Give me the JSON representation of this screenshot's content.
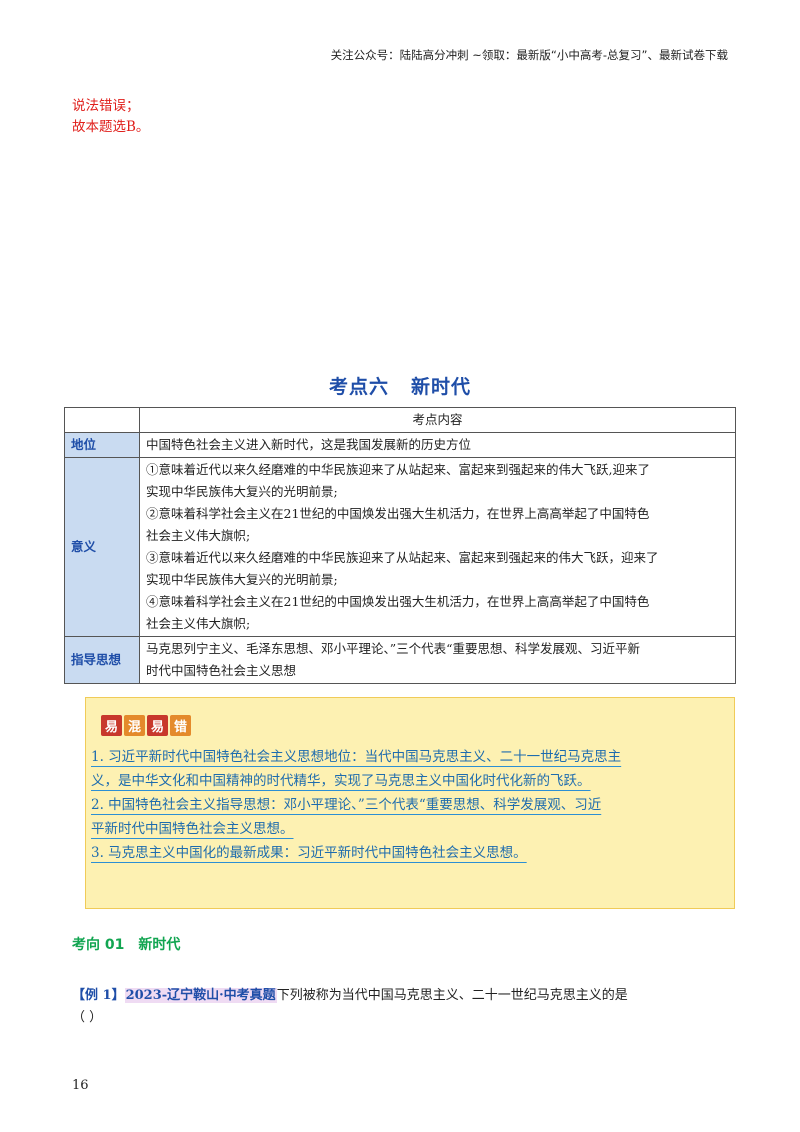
{
  "header": {
    "text": "关注公众号：陆陆高分冲刺 ~领取：最新版“小中高考-总复习”、最新试卷下载"
  },
  "answer": {
    "line1": "说法错误；",
    "line2": "故本题选B。"
  },
  "section": {
    "number": "考点六",
    "name": "新时代"
  },
  "table": {
    "header": "考点内容",
    "rows": [
      {
        "label": "地位",
        "lines": [
          "中国特色社会主义进入新时代，这是我国发展新的历史方位"
        ]
      },
      {
        "label": "意义",
        "lines": [
          "①意味着近代以来久经磨难的中华民族迎来了从站起来、富起来到强起来的伟大飞跃,迎来了",
          "实现中华民族伟大复兴的光明前景;",
          "②意味着科学社会主义在21世纪的中国焕发出强大生机活力，在世界上高高举起了中国特色",
          "社会主义伟大旗帜;",
          "③意味着近代以来久经磨难的中华民族迎来了从站起来、富起来到强起来的伟大飞跃，迎来了",
          "实现中华民族伟大复兴的光明前景;",
          "④意味着科学社会主义在21世纪的中国焕发出强大生机活力，在世界上高高举起了中国特色",
          "社会主义伟大旗帜;"
        ]
      },
      {
        "label": "指导思想",
        "lines": [
          "马克思列宁主义、毛泽东思想、邓小平理论、”三个代表“重要思想、科学发展观、习近平新",
          "时代中国特色社会主义思想"
        ]
      }
    ]
  },
  "yihun": {
    "badges": [
      "易",
      "混",
      "易",
      "错"
    ],
    "items": [
      "1. 习近平新时代中国特色社会主义思想地位：当代中国马克思主义、二十一世纪马克思主",
      "义，是中华文化和中国精神的时代精华，实现了马克思主义中国化时代化新的飞跃。",
      "2. 中国特色社会主义指导思想：邓小平理论、”三个代表“重要思想、科学发展观、习近",
      "平新时代中国特色社会主义思想。",
      "3. 马克思主义中国化的最新成果：习近平新时代中国特色社会主义思想。"
    ]
  },
  "kaoxiang": {
    "number": "考向 01",
    "name": "新时代"
  },
  "example": {
    "tag": "【例 1】",
    "source": "2023-辽宁鞍山·中考真题",
    "question": "下列被称为当代中国马克思主义、二十一世纪马克思主义的是",
    "blank": "（        ）"
  },
  "page_number": "16"
}
